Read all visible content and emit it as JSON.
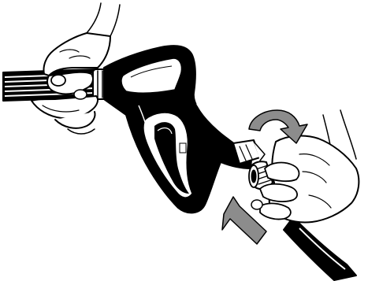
{
  "figure": {
    "kind": "assembly-instruction",
    "has_text": false
  },
  "parts": [
    {
      "name": "spray-lance",
      "icon": "lance-tube"
    },
    {
      "name": "trigger-gun",
      "icon": "spray-gun"
    },
    {
      "name": "high-pressure-hose",
      "icon": "hose"
    },
    {
      "name": "hose-coupling",
      "icon": "threaded-nipple"
    }
  ],
  "actions": [
    {
      "name": "rotate",
      "icon": "curved-arrow-icon",
      "color": "#8c8c8c"
    },
    {
      "name": "push-in",
      "icon": "straight-arrow-icon",
      "color": "#8c8c8c"
    }
  ],
  "colors": {
    "ink": "#000000",
    "paper": "#ffffff",
    "arrow_fill": "#8c8c8c",
    "skin": "#ffffff"
  }
}
